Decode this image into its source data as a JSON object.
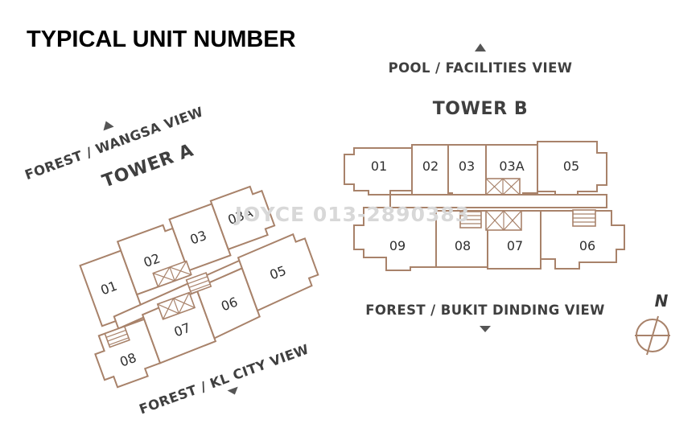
{
  "title": "TYPICAL UNIT NUMBER",
  "watermark": "JOYCE 013-2890383",
  "compass": {
    "label": "N"
  },
  "colors": {
    "plan_outline": "#a8826a",
    "text": "#3f3f3f",
    "title": "#000000"
  },
  "tower_a": {
    "name": "TOWER A",
    "view_top": "FOREST / WANGSA VIEW",
    "view_bottom": "FOREST / KL CITY VIEW",
    "units": [
      "01",
      "02",
      "03",
      "03A",
      "05",
      "06",
      "07",
      "08"
    ]
  },
  "tower_b": {
    "name": "TOWER B",
    "view_top": "POOL / FACILITIES VIEW",
    "view_bottom": "FOREST / BUKIT DINDING VIEW",
    "units": [
      "01",
      "02",
      "03",
      "03A",
      "05",
      "09",
      "08",
      "07",
      "06"
    ]
  }
}
